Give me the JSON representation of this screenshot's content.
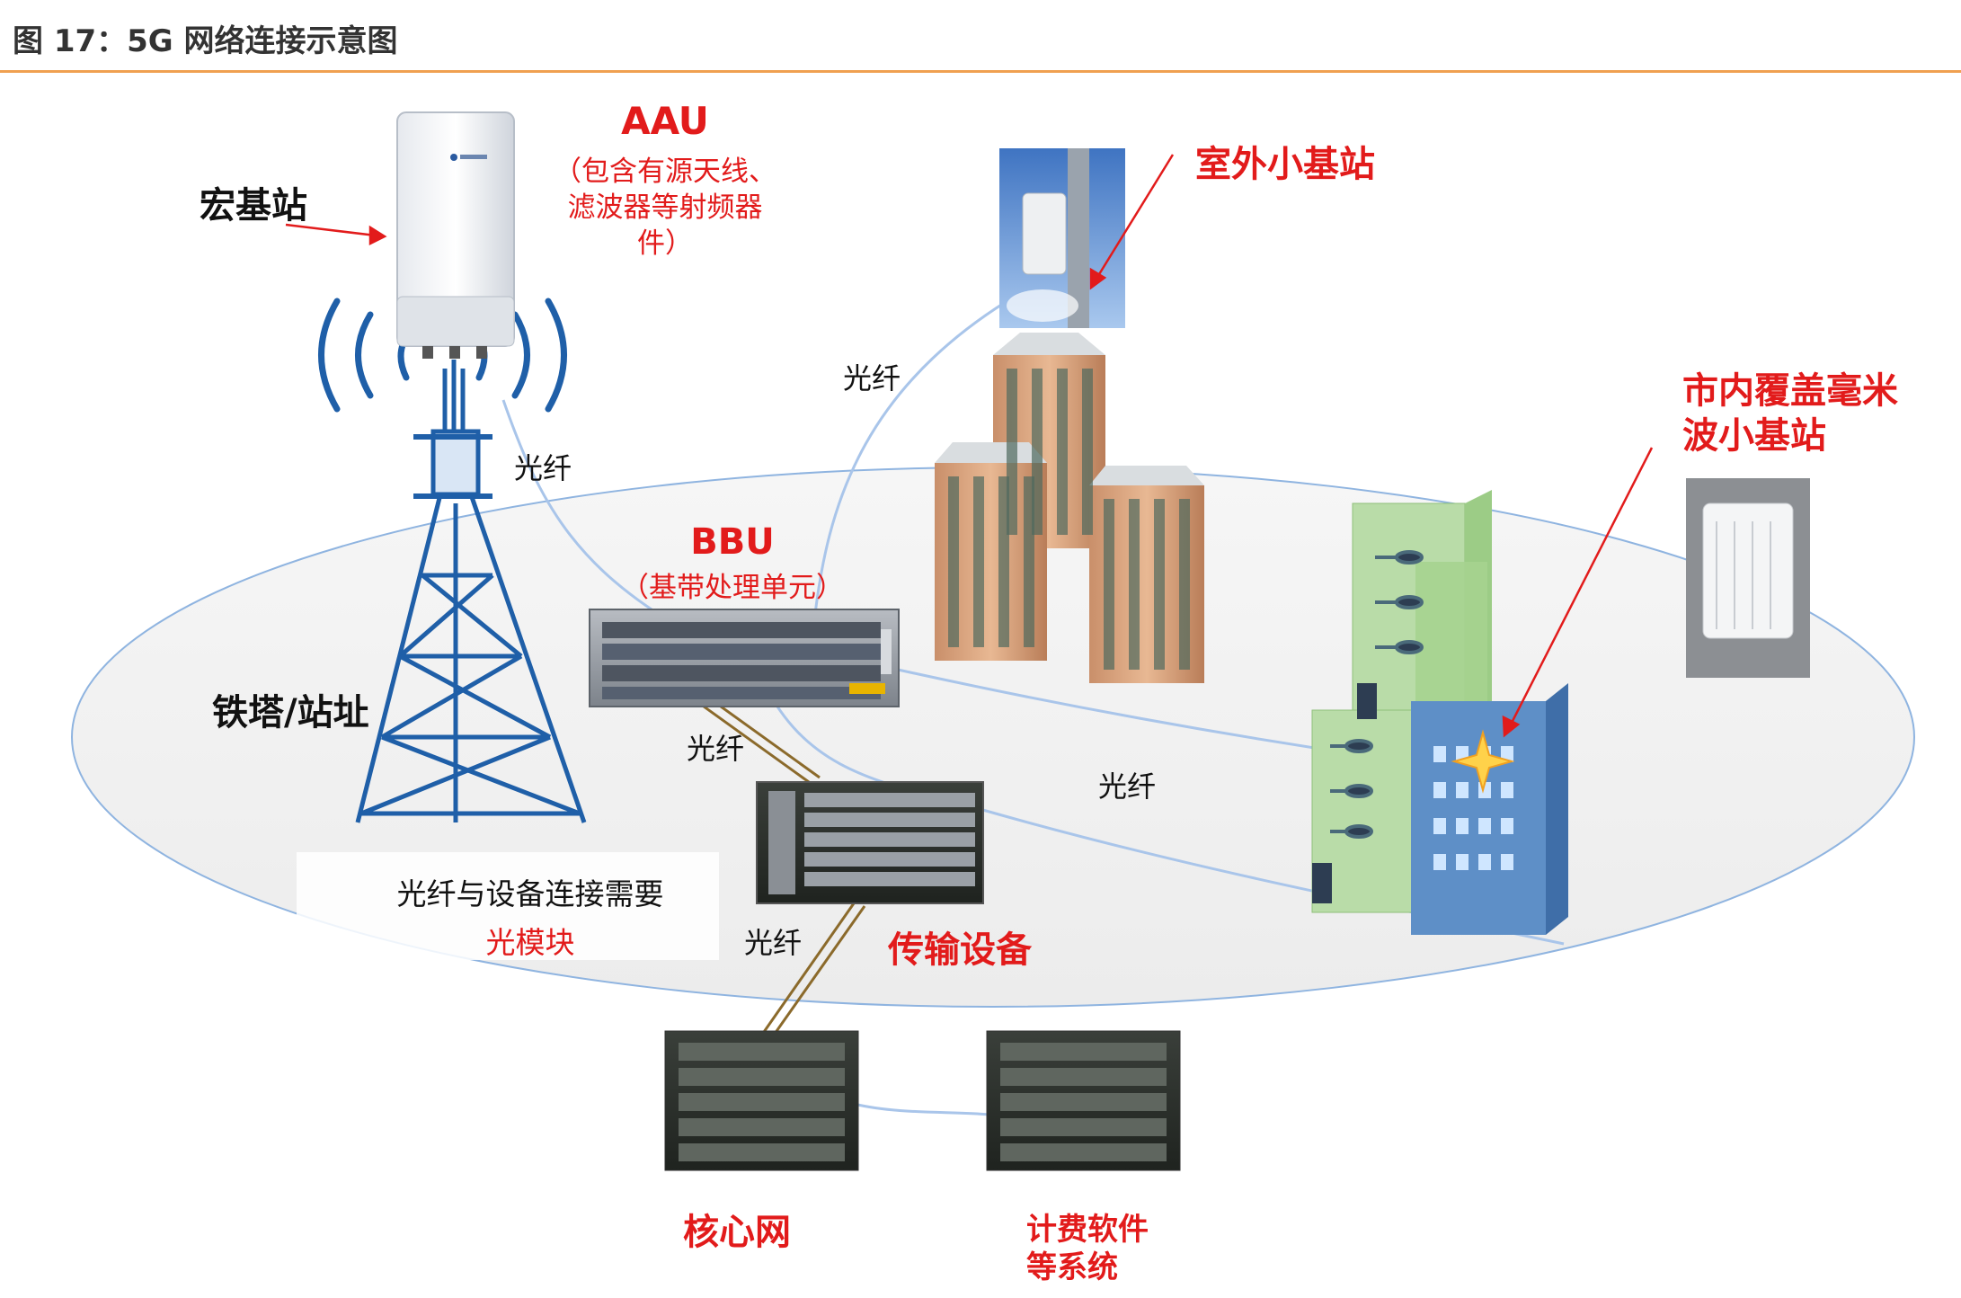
{
  "figure": {
    "title": "图 17：5G 网络连接示意图"
  },
  "colors": {
    "accent_red": "#e21b1b",
    "title_rule": "#f0a050",
    "tower_blue": "#1f5fa8",
    "ellipse_stroke": "#8fb4e0",
    "fiber_line": "#a9c5ea",
    "brown_cable": "#8b6a2b"
  },
  "labels": {
    "macro_station": "宏基站",
    "aau_title": "AAU",
    "aau_desc_1": "（包含有源天线、",
    "aau_desc_2": "滤波器等射频器",
    "aau_desc_3": "件）",
    "outdoor_small_cell": "室外小基站",
    "mmwave_1": "市内覆盖毫米",
    "mmwave_2": "波小基站",
    "bbu_title": "BBU",
    "bbu_desc": "（基带处理单元）",
    "tower_site": "铁塔/站址",
    "fiber_1": "光纤",
    "fiber_2": "光纤",
    "fiber_3": "光纤",
    "fiber_4": "光纤",
    "fiber_5": "光纤",
    "module_note_1": "光纤与设备连接需要",
    "module_note_2": "光模块",
    "transport": "传输设备",
    "core_network": "核心网",
    "billing_1": "计费软件",
    "billing_2": "等系统"
  },
  "icons": [
    "aau-panel-icon",
    "signal-waves-icon",
    "lattice-tower-icon",
    "pole-small-cell-icon",
    "high-rise-building-icon",
    "office-building-icon",
    "mmwave-cell-icon",
    "bbu-chassis-icon",
    "transport-chassis-icon",
    "server-rack-icon",
    "star-spark-icon",
    "red-arrow-icon"
  ]
}
